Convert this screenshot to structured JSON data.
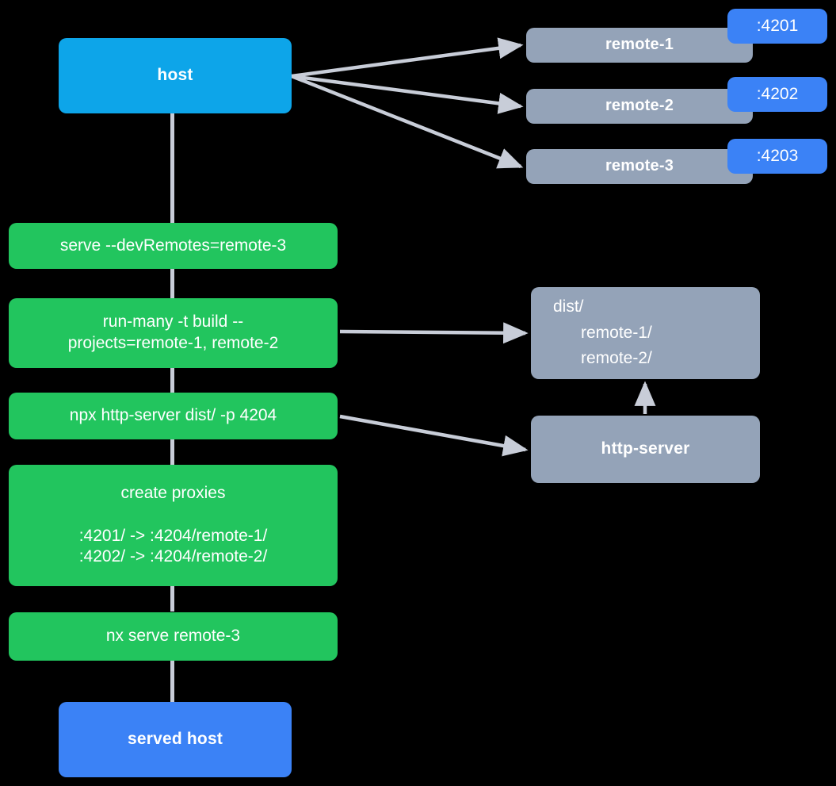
{
  "diagram": {
    "title": "Nx module federation host and remotes serve flow",
    "background": "#000000",
    "colors": {
      "host": "#0DA5E9",
      "command": "#22C55E",
      "remote": "#94A3B8",
      "port_badge": "#3B82F6",
      "served_host": "#3B82F6",
      "edge": "#C8CDD8"
    }
  },
  "nodes": {
    "host": {
      "label": "host"
    },
    "served_host": {
      "label": "served host"
    },
    "remotes": [
      {
        "label": "remote-1",
        "port": ":4201"
      },
      {
        "label": "remote-2",
        "port": ":4202"
      },
      {
        "label": "remote-3",
        "port": ":4203"
      }
    ],
    "dist": {
      "label": "dist/\n      remote-1/\n      remote-2/"
    },
    "http_server": {
      "label": "http-server"
    }
  },
  "steps": [
    {
      "label": "serve --devRemotes=remote-3"
    },
    {
      "label": "run-many -t build --\nprojects=remote-1, remote-2"
    },
    {
      "label": "npx http-server dist/ -p 4204"
    },
    {
      "label": "create proxies\n\n:4201/ -> :4204/remote-1/\n:4202/ -> :4204/remote-2/"
    },
    {
      "label": "nx serve remote-3"
    }
  ]
}
